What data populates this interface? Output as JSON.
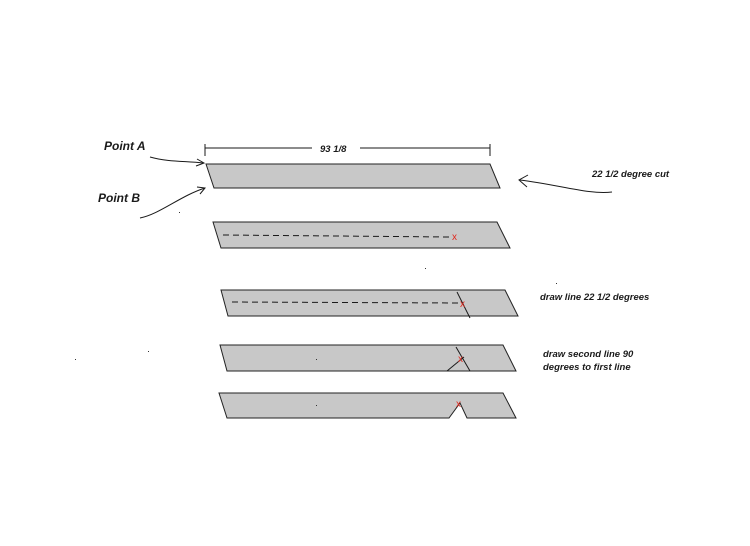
{
  "labels": {
    "point_a": "Point A",
    "point_b": "Point B",
    "length": "93 1/8",
    "cut_angle": "22 1/2 degree cut",
    "step_draw_line": "draw line 22 1/2 degrees",
    "step_second_line_1": "draw second line 90",
    "step_second_line_2": "degrees to first line"
  },
  "marker": "x",
  "colors": {
    "board_fill": "#c8c8c8",
    "outline": "#222222",
    "marker": "#e0281e"
  }
}
